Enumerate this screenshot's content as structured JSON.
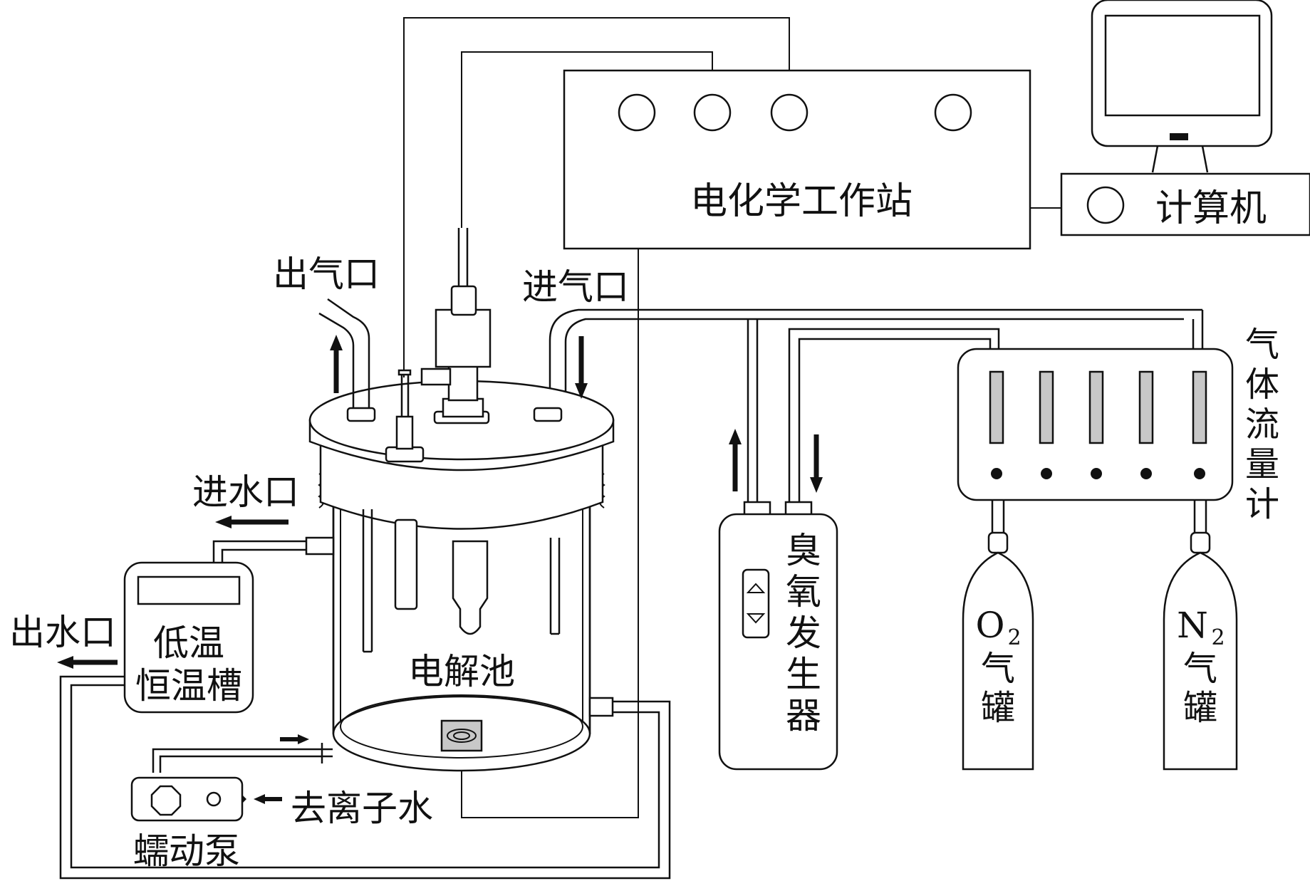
{
  "labels": {
    "workstation": "电化学工作站",
    "computer": "计算机",
    "gas_outlet": "出气口",
    "gas_inlet": "进气口",
    "water_inlet": "进水口",
    "water_outlet": "出水口",
    "thermostat_line1": "低温",
    "thermostat_line2": "恒温槽",
    "cell": "电解池",
    "deionized_water": "去离子水",
    "pump": "蠕动泵",
    "ozone_1": "臭",
    "ozone_2": "氧",
    "ozone_3": "发",
    "ozone_4": "生",
    "ozone_5": "器",
    "flowmeter_1": "气",
    "flowmeter_2": "体",
    "flowmeter_3": "流",
    "flowmeter_4": "量",
    "flowmeter_5": "计",
    "o2_formula": "O",
    "o2_sub": "2",
    "n2_formula": "N",
    "n2_sub": "2",
    "tank_word_1": "气",
    "tank_word_2": "罐"
  }
}
